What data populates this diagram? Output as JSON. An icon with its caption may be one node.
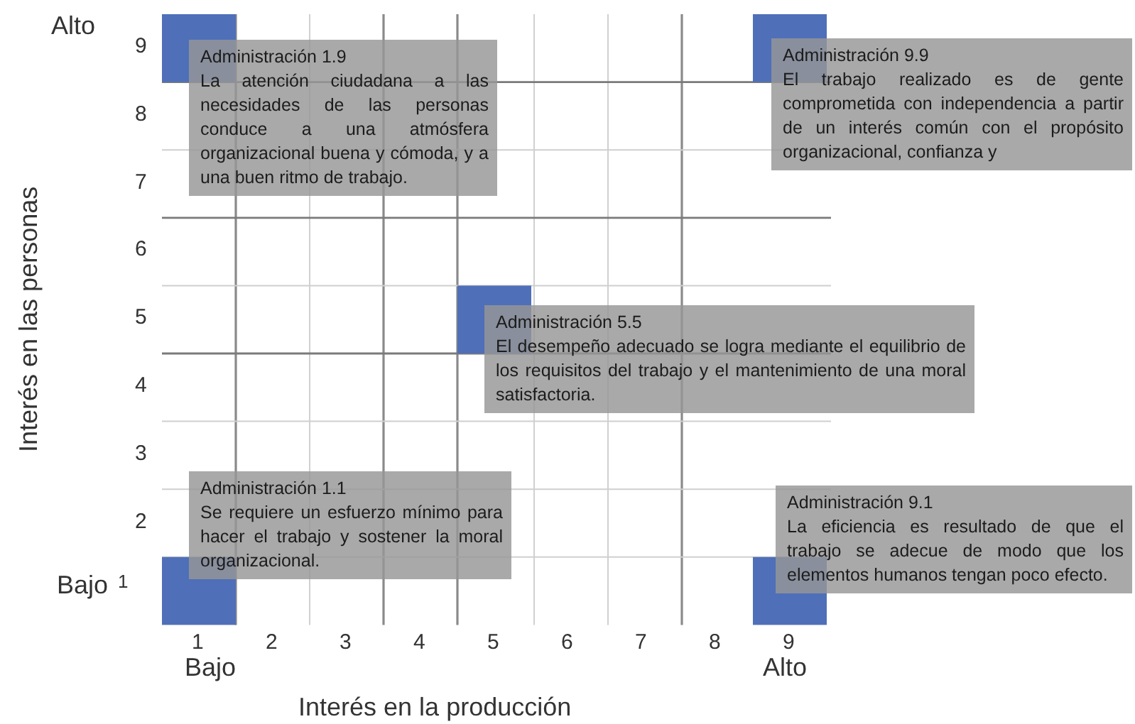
{
  "diagram": {
    "nodes": [
      {
        "text": [
          "Administración 1.9",
          "La atención ciudadana a las necesidades de las personas conduce a una atmósfera organizacional buena y cómoda, y a una buen ritmo de trabajo."
        ]
      },
      {
        "text": [
          "Administración 9.9",
          "El trabajo realizado es de gente comprometida con independencia a partir de un interés común con el propósito organizacional, confianza y"
        ]
      },
      {
        "text": [
          "Administración 5.5",
          "El desempeño adecuado se logra mediante el equilibrio de los requisitos del trabajo y el mantenimiento de una moral satisfactoria."
        ]
      },
      {
        "text": [
          "Administración 1.1",
          "Se requiere un esfuerzo mínimo para hacer el trabajo y sostener la moral organizacional."
        ]
      },
      {
        "text": [
          "Administración 9.1",
          "La eficiencia es resultado de que el trabajo se adecue de modo que los elementos humanos tengan poco efecto."
        ]
      }
    ],
    "labels": [
      "Alto",
      "9",
      "8",
      "7",
      "6",
      "5",
      "4",
      "3",
      "2",
      "Bajo",
      "1",
      "Interés en las personas",
      "1",
      "2",
      "3",
      "4",
      "5",
      "6",
      "7",
      "8",
      "9",
      "Bajo",
      "Alto",
      "Interés en la producción"
    ]
  }
}
